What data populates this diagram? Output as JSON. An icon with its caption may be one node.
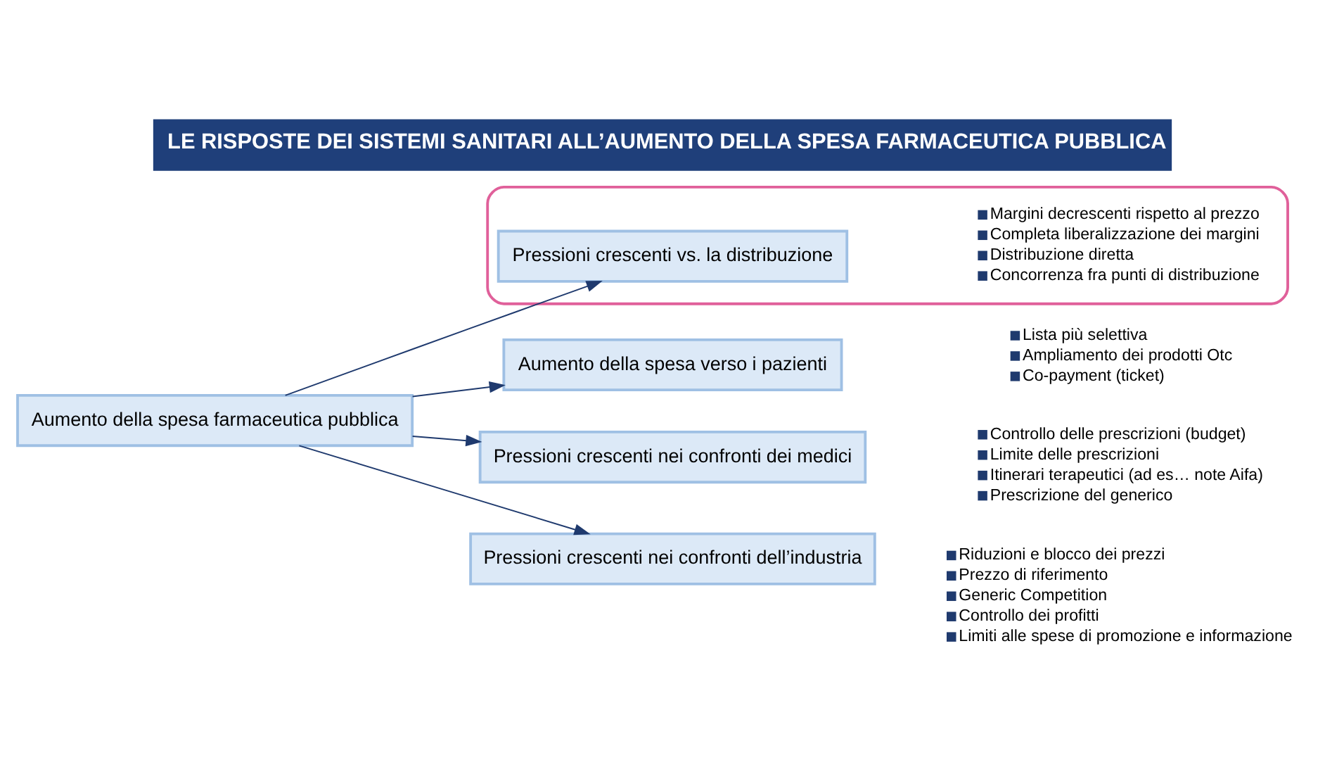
{
  "diagram": {
    "title": "LE RISPOSTE DEI SISTEMI SANITARI ALL’AUMENTO DELLA SPESA FARMACEUTICA PUBBLICA",
    "nodes": [
      {
        "text": [
          "Aumento della spesa farmaceutica pubblica"
        ]
      },
      {
        "text": [
          "Aumento della spesa verso i pazienti"
        ],
        "beside": [
          "Lista più selettiva",
          "Ampliamento dei prodotti Otc",
          "Co-payment (ticket)"
        ]
      },
      {
        "text": [
          "Pressioni crescenti nei confronti dei medici"
        ],
        "beside": [
          "Controllo delle prescrizioni (budget)",
          "Limite delle prescrizioni",
          "Itinerari terapeutici (ad es… note Aifa)",
          "Prescrizione del generico"
        ]
      },
      {
        "text": [],
        "shape": "box"
      },
      {
        "text": [
          "Pressioni crescenti vs. la distribuzione"
        ],
        "in": 3,
        "beside": [
          "Margini decrescenti rispetto al prezzo",
          "Completa liberalizzazione dei margini",
          "Distribuzione diretta",
          "Concorrenza fra punti di distribuzione"
        ]
      },
      {
        "text": [
          "Pressioni crescenti nei confronti dell’industria"
        ],
        "beside": [
          "Riduzioni e blocco dei prezzi",
          "Prezzo di riferimento",
          "Generic Competition",
          "Controllo dei profitti",
          "Limiti alle spese di promozione e informazione"
        ]
      }
    ],
    "edges": [
      {
        "from": 0,
        "to": 1,
        "arrow": "to"
      },
      {
        "from": 0,
        "to": 2,
        "arrow": "to"
      },
      {
        "from": 0,
        "to": 4,
        "arrow": "to"
      },
      {
        "from": 0,
        "to": 5,
        "arrow": "to"
      }
    ]
  }
}
